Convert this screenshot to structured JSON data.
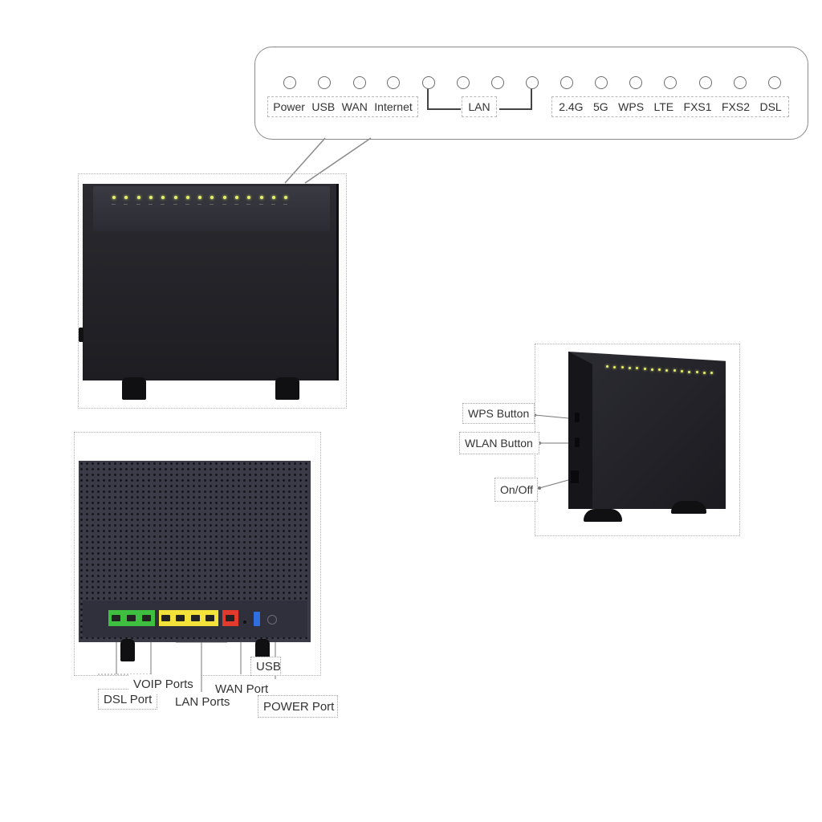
{
  "led_panel": {
    "labels_group1": [
      "Power",
      "USB",
      "WAN",
      "Internet"
    ],
    "lan_label": "LAN",
    "labels_group3": [
      "2.4G",
      "5G",
      "WPS",
      "LTE",
      "FXS1",
      "FXS2",
      "DSL"
    ]
  },
  "back_view": {
    "dsl_port": "DSL Port",
    "voip_ports": "VOIP Ports",
    "lan_ports": "LAN Ports",
    "wan_port": "WAN Port",
    "usb": "USB",
    "power_port": "POWER Port"
  },
  "side_view": {
    "wps_button": "WPS Button",
    "wlan_button": "WLAN Button",
    "on_off": "On/Off"
  },
  "colors": {
    "device_body": "#1d1d22",
    "led": "#e6f06a",
    "voip_port": "#3fbf3f",
    "lan_port": "#f2e23a",
    "wan_port": "#e23b2e",
    "usb_port": "#2f6fe0"
  }
}
